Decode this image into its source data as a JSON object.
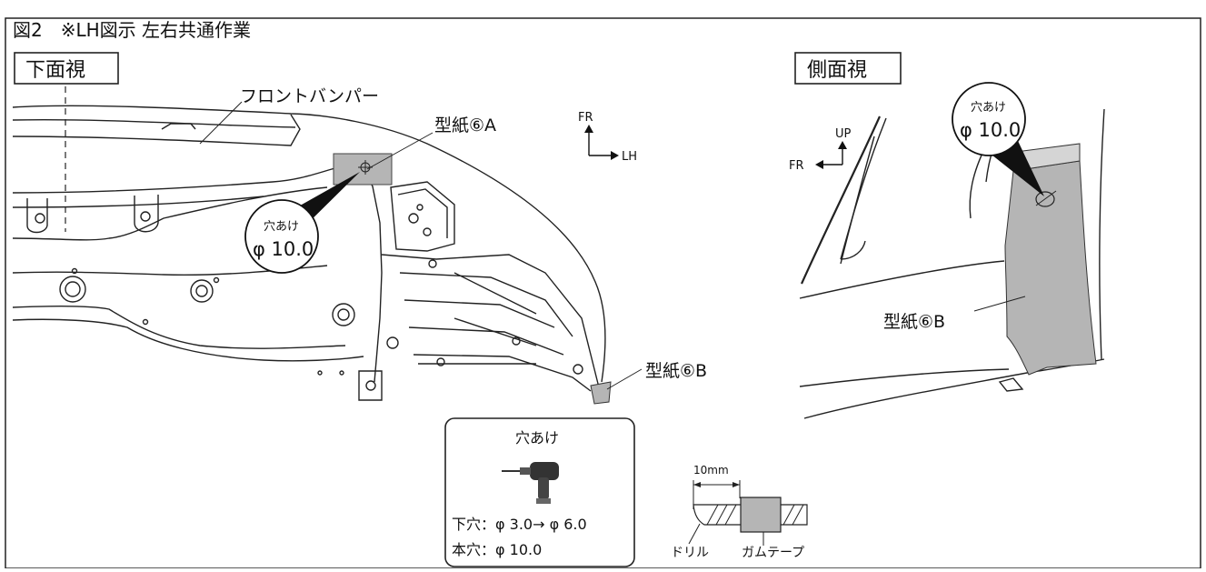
{
  "header": {
    "title": "図2　※LH図示  左右共通作業"
  },
  "bottom_view": {
    "title": "下面視",
    "part_label": "フロントバンパー",
    "template_a_label": "型紙⑥A",
    "template_b_label": "型紙⑥B",
    "drill_callout_line1": "穴あけ",
    "drill_callout_line2": "φ 10.0",
    "dir_up_label": "FR",
    "dir_right_label": "LH"
  },
  "side_view": {
    "title": "側面視",
    "drill_callout_line1": "穴あけ",
    "drill_callout_line2": "φ 10.0",
    "dir_up_label": "UP",
    "dir_left_label": "FR",
    "template_b_label": "型紙⑥B"
  },
  "drill_box": {
    "title": "穴あけ",
    "pilot_label": "下穴：φ 3.0→ φ 6.0",
    "main_label": "本穴：φ 10.0"
  },
  "drill_detail": {
    "dimension_label": "10mm",
    "drill_label": "ドリル",
    "tape_label": "ガムテープ"
  },
  "colors": {
    "template_fill": "#b5b5b5",
    "line": "#1a1a1a"
  }
}
